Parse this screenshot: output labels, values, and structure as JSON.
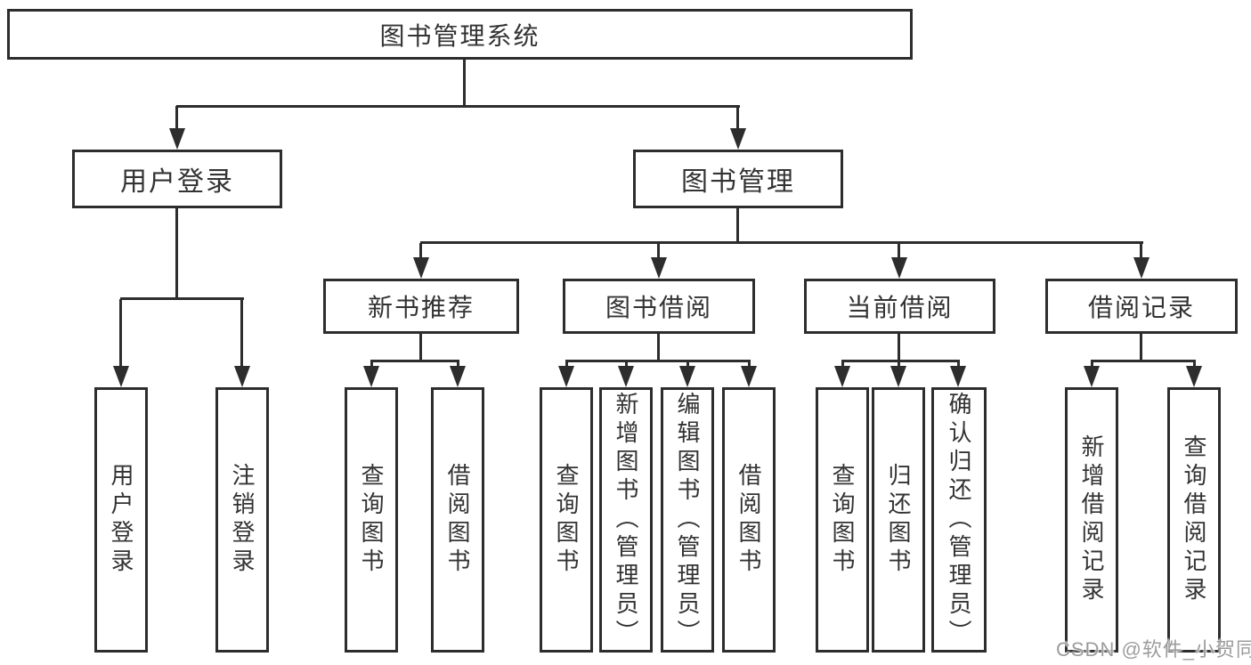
{
  "tree": {
    "label": "图书管理系统",
    "children": [
      {
        "label": "用户登录",
        "children": [
          {
            "label": "用户登录"
          },
          {
            "label": "注销登录"
          }
        ]
      },
      {
        "label": "图书管理",
        "children": [
          {
            "label": "新书推荐",
            "children": [
              {
                "label": "查询图书"
              },
              {
                "label": "借阅图书"
              }
            ]
          },
          {
            "label": "图书借阅",
            "children": [
              {
                "label": "查询图书"
              },
              {
                "label": "新增图书（管理员）"
              },
              {
                "label": "编辑图书（管理员）"
              },
              {
                "label": "借阅图书"
              }
            ]
          },
          {
            "label": "当前借阅",
            "children": [
              {
                "label": "查询图书"
              },
              {
                "label": "归还图书"
              },
              {
                "label": "确认归还（管理员）"
              }
            ]
          },
          {
            "label": "借阅记录",
            "children": [
              {
                "label": "新增借阅记录"
              },
              {
                "label": "查询借阅记录"
              }
            ]
          }
        ]
      }
    ]
  },
  "watermark": {
    "text": "CSDN @软件_小贺同学"
  },
  "colors": {
    "line": "#2d2d2d",
    "box_border": "#2d2d2d",
    "box_fill": "#ffffff",
    "text": "#333333",
    "background": "#ffffff",
    "watermark": "#9c9c9c"
  }
}
